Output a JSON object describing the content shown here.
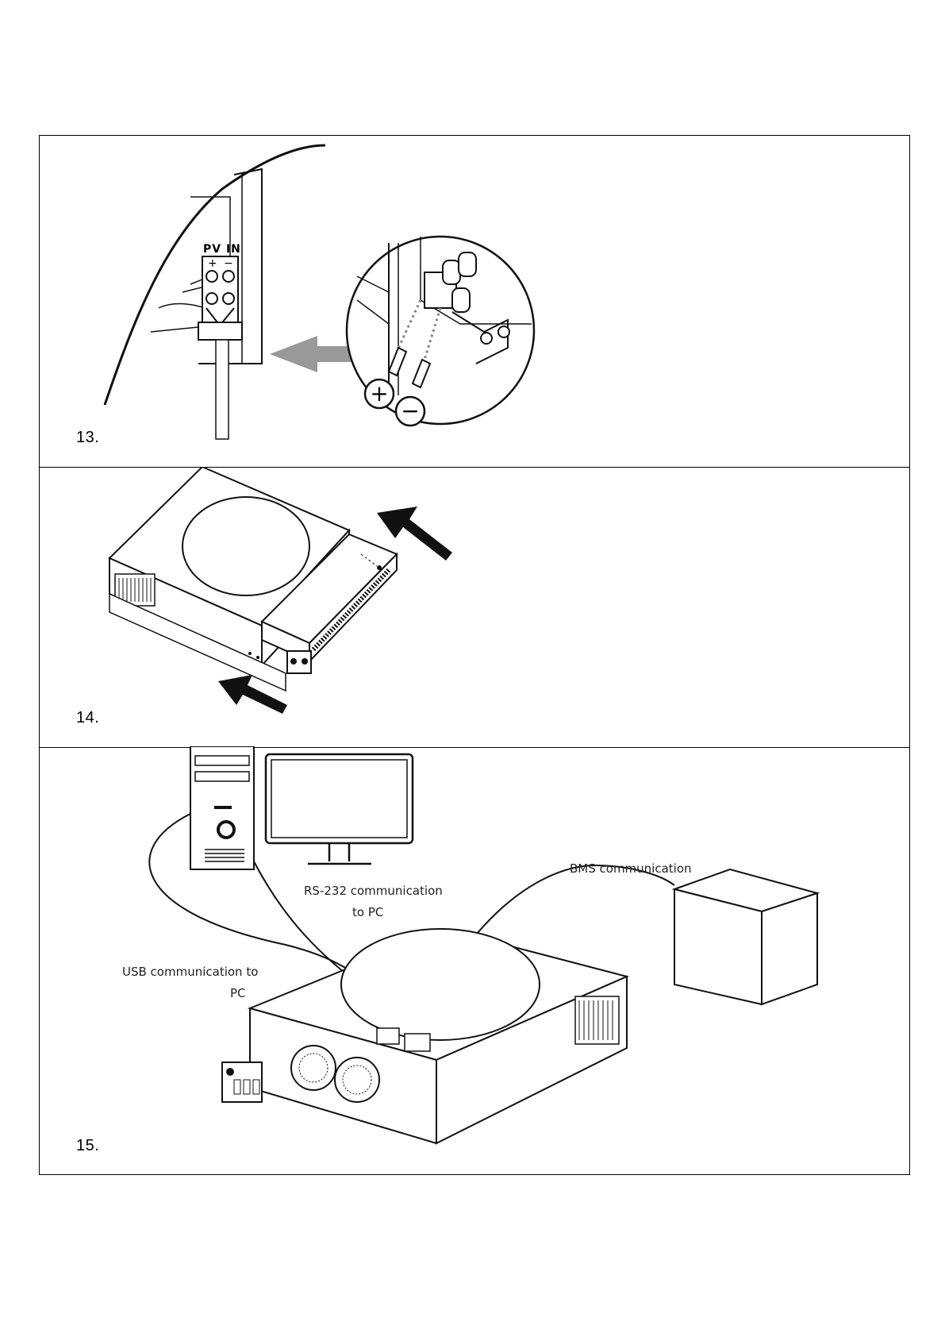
{
  "steps": [
    {
      "number": "13.",
      "terminal_label": "PV IN",
      "terminal_signs": [
        "+",
        "−"
      ],
      "polarity_symbols": [
        "+",
        "−"
      ]
    },
    {
      "number": "14."
    },
    {
      "number": "15.",
      "labels": {
        "bms": "BMS communication",
        "rs232_line1": "RS-232 communication",
        "rs232_line2": "to PC",
        "usb_line1": "USB communication to",
        "usb_line2": "PC"
      }
    }
  ]
}
